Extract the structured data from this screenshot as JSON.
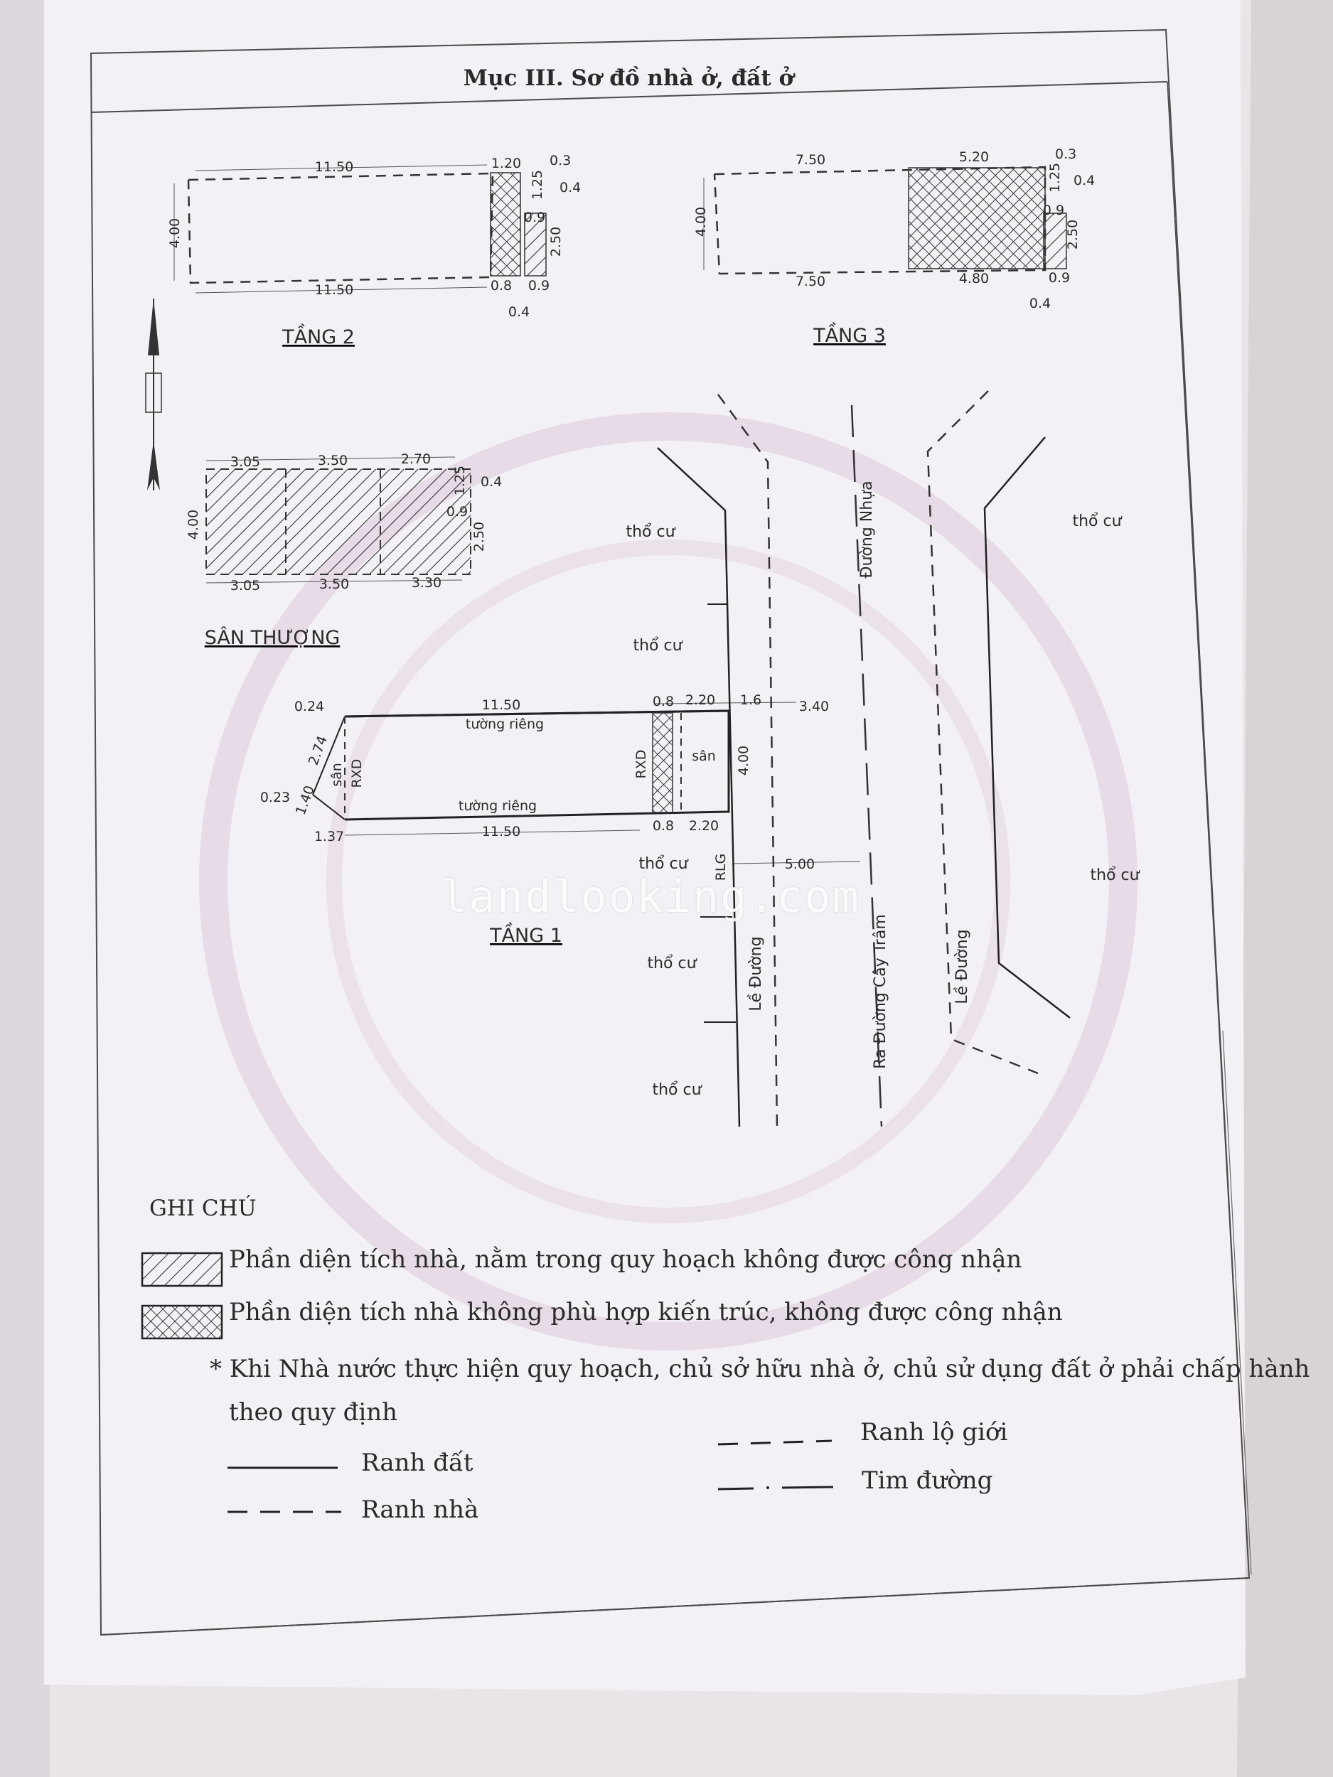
{
  "title": "Mục III. Sơ đồ nhà ở, đất ở",
  "floor2": {
    "label": "TẦNG 2",
    "top_len": "11.50",
    "bottom_len": "11.50",
    "width": "4.00",
    "d_120": "1.20",
    "d_03": "0.3",
    "d_125": "1.25",
    "d_04": "0.4",
    "d_09": "0.9",
    "d_250": "2.50",
    "d_08": "0.8",
    "d_09b": "0.9",
    "d_04b": "0.4"
  },
  "floor3": {
    "label": "TẦNG 3",
    "top_len": "7.50",
    "top_cross": "5.20",
    "bottom_len": "7.50",
    "bottom_cross": "4.80",
    "width": "4.00",
    "d_03": "0.3",
    "d_125": "1.25",
    "d_04": "0.4",
    "d_09": "0.9",
    "d_250": "2.50",
    "d_09b": "0.9",
    "d_04b": "0.4"
  },
  "terrace": {
    "label": "SÂN THƯỢNG",
    "t1": "3.05",
    "t2": "3.50",
    "t3": "2.70",
    "b1": "3.05",
    "b2": "3.50",
    "b3": "3.30",
    "width": "4.00",
    "d_125": "1.25",
    "d_04": "0.4",
    "d_09": "0.9",
    "d_250": "2.50"
  },
  "floor1": {
    "label": "TẦNG 1",
    "d_024": "0.24",
    "d_274": "2.74",
    "d_023": "0.23",
    "d_140": "1.40",
    "d_137": "1.37",
    "top_len": "11.50",
    "bottom_len": "11.50",
    "wall_top": "tường riêng",
    "wall_bottom": "tường riêng",
    "san_left": "sân",
    "rxd_left": "RXD",
    "rxd_right": "RXD",
    "san_right": "sân",
    "d_08t": "0.8",
    "d_220t": "2.20",
    "d_08b": "0.8",
    "d_220b": "2.20",
    "width": "4.00",
    "d_16": "1.6",
    "d_340": "3.40",
    "rlg": "RLG",
    "d_500": "5.00"
  },
  "map": {
    "tho_cu_1": "thổ cư",
    "tho_cu_2": "thổ cư",
    "tho_cu_3": "thổ cư",
    "tho_cu_4": "thổ cư",
    "tho_cu_5": "thổ cư",
    "tho_cu_right1": "thổ cư",
    "tho_cu_right2": "thổ cư",
    "duong_nhua": "Đường Nhựa",
    "ra_duong": "Ra Đường Cây Trâm",
    "le_duong_left": "Lề Đường",
    "le_duong_right": "Lề Đường"
  },
  "legend": {
    "heading": "GHI CHÚ",
    "item1": "Phần diện tích nhà, nằm trong quy hoạch không được công nhận",
    "item2": "Phần diện tích nhà không phù hợp kiến trúc, không được công nhận",
    "note_line1": "* Khi Nhà nước thực hiện quy hoạch, chủ sở hữu nhà ở, chủ sử dụng  đất ở phải chấp hành",
    "note_line2": "theo quy định",
    "ranh_dat": "Ranh đất",
    "ranh_nha": "Ranh nhà",
    "ranh_lo_gioi": "Ranh lộ giới",
    "tim_duong": "Tim đường"
  },
  "watermark": "landlooking.com"
}
